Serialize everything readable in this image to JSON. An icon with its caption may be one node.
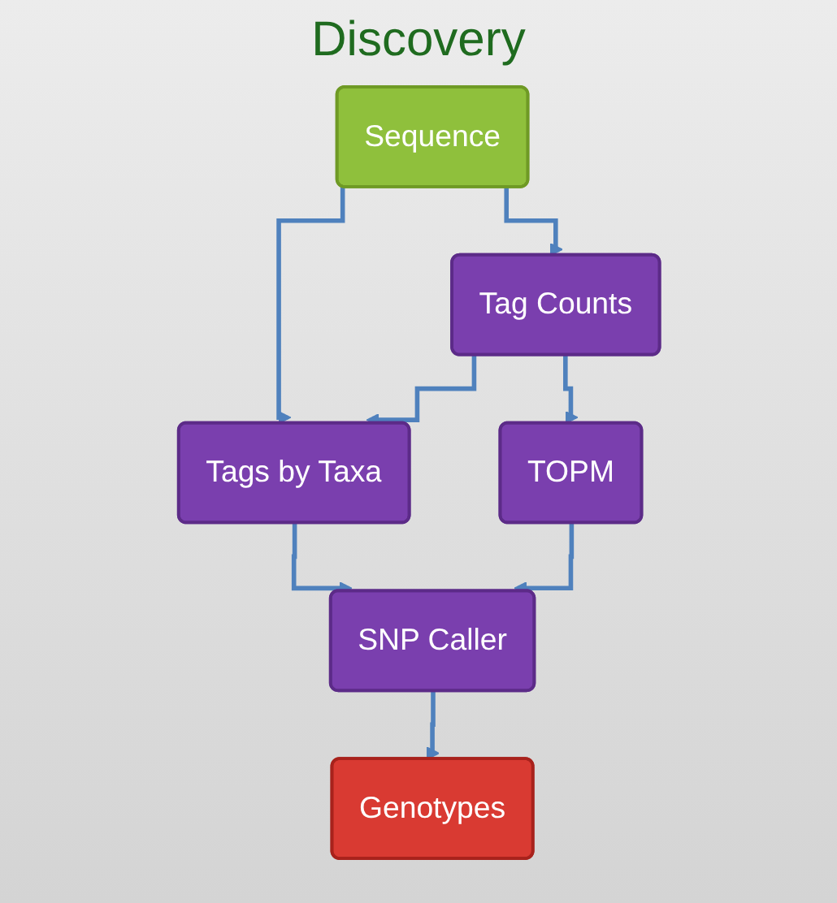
{
  "diagram": {
    "title": "Discovery",
    "nodes": [
      {
        "text": [
          "Sequence"
        ]
      },
      {
        "text": [
          "Tags by Taxa"
        ]
      },
      {
        "text": [
          "Tag Counts"
        ]
      },
      {
        "text": [
          "TOPM"
        ]
      },
      {
        "text": [
          "SNP Caller"
        ]
      },
      {
        "text": [
          "Genotypes"
        ]
      }
    ],
    "edges": [
      {
        "from": 0,
        "to": 1,
        "arrow": "to"
      },
      {
        "from": 0,
        "to": 2,
        "arrow": "to"
      },
      {
        "from": 2,
        "to": 1,
        "arrow": "to"
      },
      {
        "from": 2,
        "to": 3,
        "arrow": "to"
      },
      {
        "from": 1,
        "to": 4,
        "arrow": "to"
      },
      {
        "from": 3,
        "to": 4,
        "arrow": "to"
      },
      {
        "from": 4,
        "to": 5,
        "arrow": "to"
      }
    ]
  }
}
